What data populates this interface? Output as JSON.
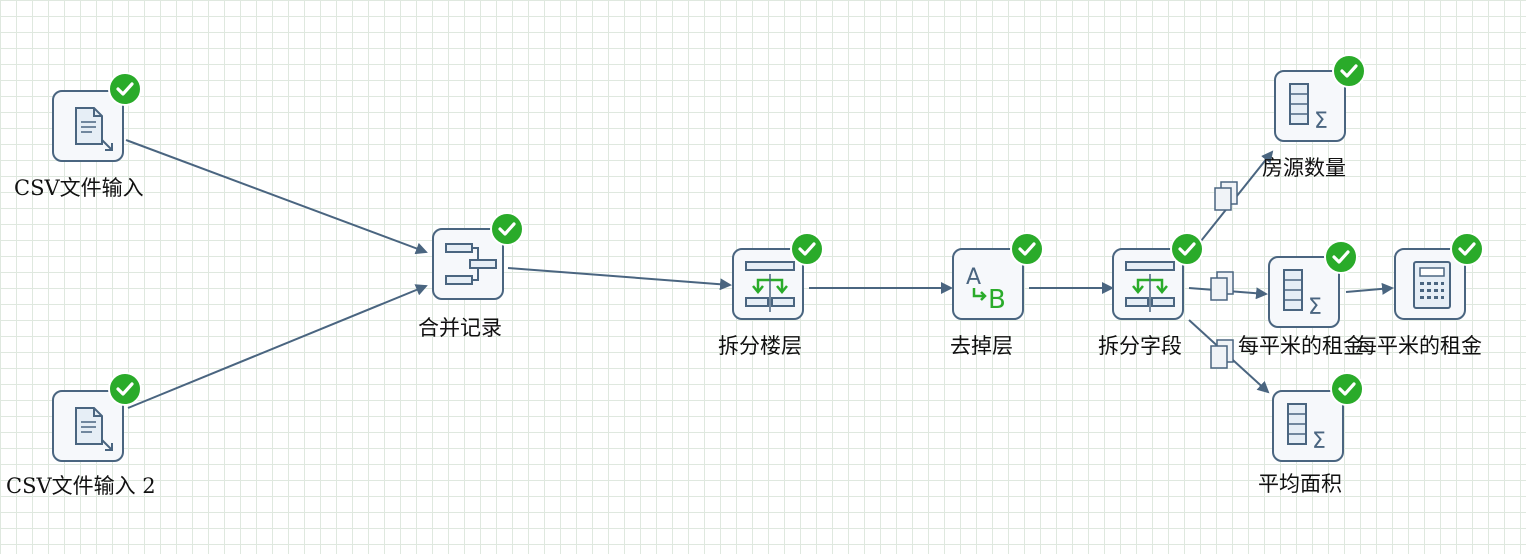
{
  "canvas": {
    "nodes": {
      "csv1": {
        "label": "CSV文件输入",
        "icon": "csv-file-input-icon"
      },
      "csv2": {
        "label": "CSV文件输入 2",
        "icon": "csv-file-input-icon"
      },
      "merge": {
        "label": "合并记录",
        "icon": "merge-records-icon"
      },
      "split1": {
        "label": "拆分楼层",
        "icon": "split-field-icon"
      },
      "remove": {
        "label": "去掉层",
        "icon": "replace-string-icon"
      },
      "split2": {
        "label": "拆分字段",
        "icon": "split-field-icon"
      },
      "count": {
        "label": "房源数量",
        "icon": "group-by-icon"
      },
      "rent1": {
        "label": "每平米的租金",
        "icon": "group-by-icon"
      },
      "rent2": {
        "label": "每平米的租金",
        "icon": "calculator-icon"
      },
      "area": {
        "label": "平均面积",
        "icon": "group-by-icon"
      }
    },
    "status": "success",
    "colors": {
      "hop": "#4a6580",
      "check": "#2aab2a",
      "step_border": "#4a6580",
      "green_arrow": "#2aab2a"
    }
  }
}
